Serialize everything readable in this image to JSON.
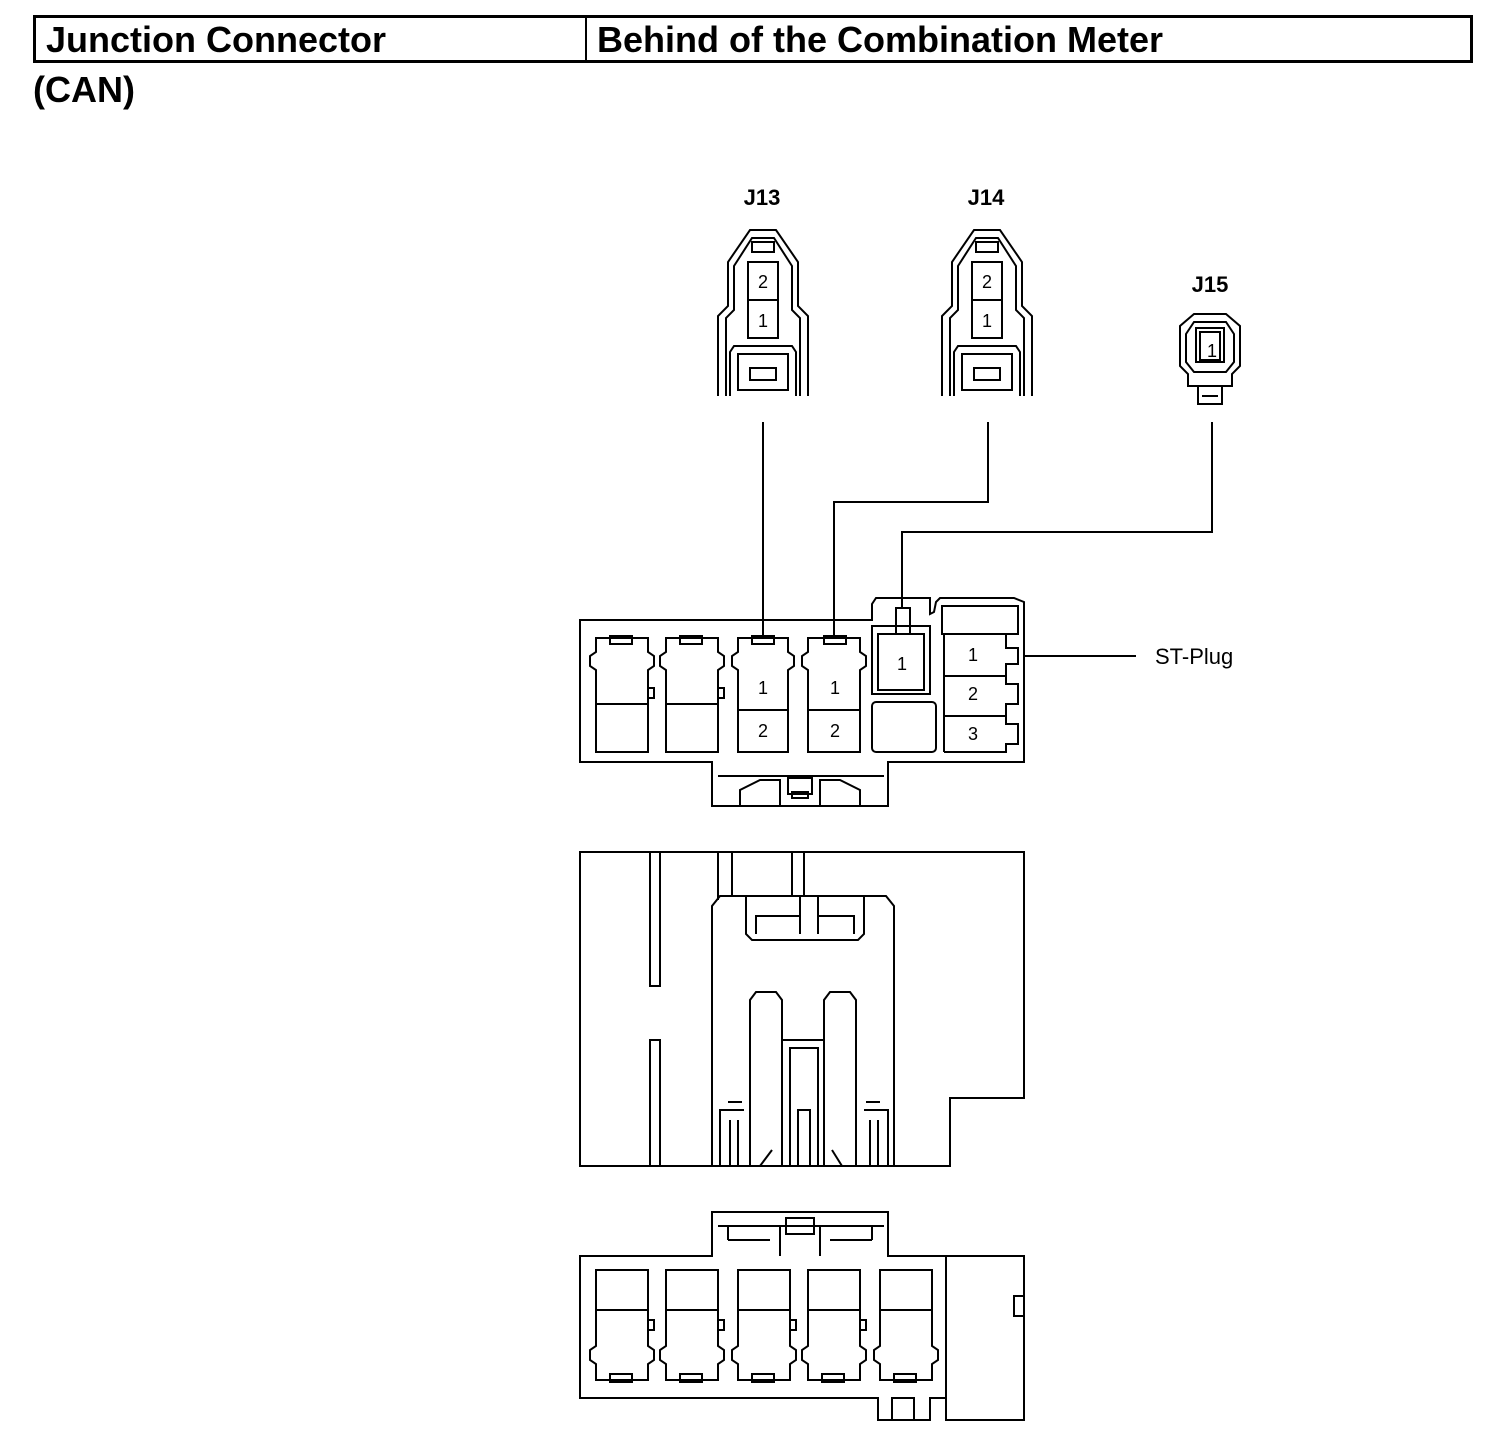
{
  "header": {
    "component_label": "Junction Connector",
    "location_label": "Behind of the Combination Meter"
  },
  "subtitle": "(CAN)",
  "connectors": {
    "j13": {
      "label": "J13",
      "pins": [
        "2",
        "1"
      ]
    },
    "j14": {
      "label": "J14",
      "pins": [
        "2",
        "1"
      ]
    },
    "j15": {
      "label": "J15",
      "pins": [
        "1"
      ]
    }
  },
  "main_block": {
    "cavity_a_pins": [
      "1",
      "2"
    ],
    "cavity_b_pins": [
      "1",
      "2"
    ],
    "cavity_c_pin": "1",
    "st_plug_pins": [
      "1",
      "2",
      "3"
    ],
    "st_plug_label": "ST-Plug"
  }
}
